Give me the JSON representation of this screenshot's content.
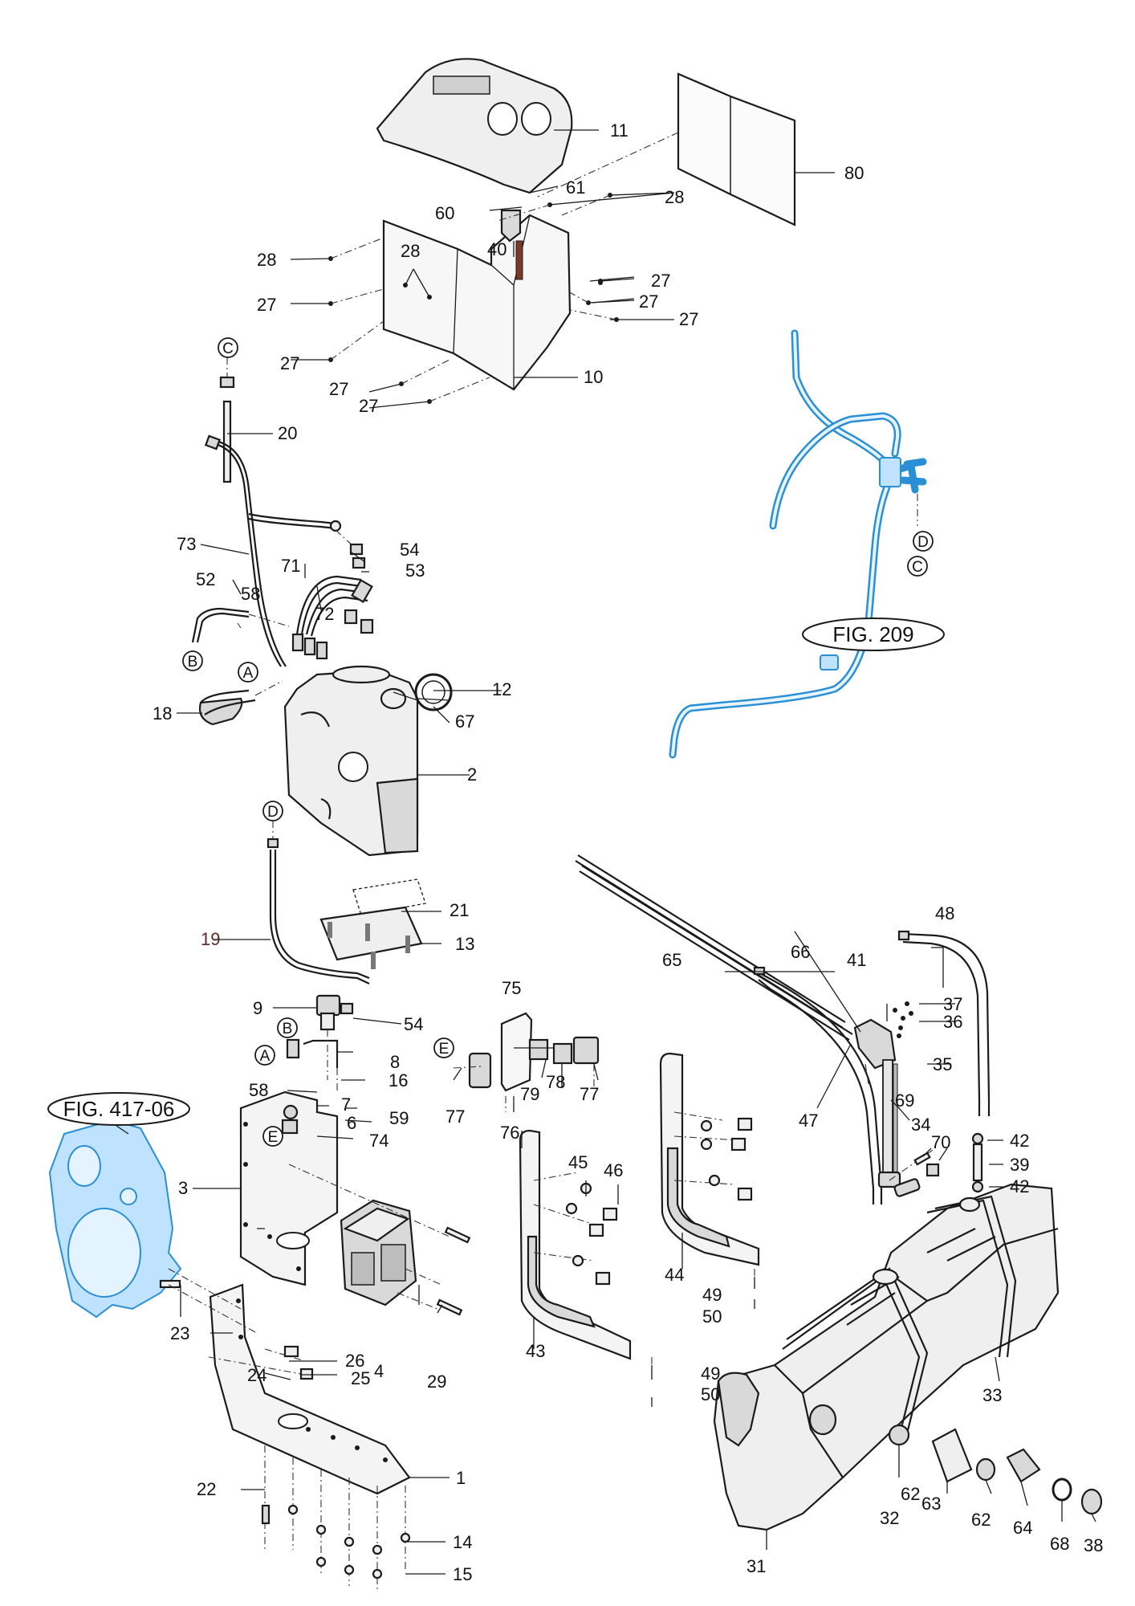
{
  "labels": {
    "p1": "1",
    "p2": "2",
    "p3": "3",
    "p4": "4",
    "p6": "6",
    "p7": "7",
    "p8": "8",
    "p9": "9",
    "p10": "10",
    "p11": "11",
    "p12": "12",
    "p13": "13",
    "p14": "14",
    "p15": "15",
    "p16": "16",
    "p18": "18",
    "p19": "19",
    "p20": "20",
    "p21": "21",
    "p22": "22",
    "p23": "23",
    "p24": "24",
    "p25": "25",
    "p26": "26",
    "p27": "27",
    "p28": "28",
    "p29": "29",
    "p31": "31",
    "p32": "32",
    "p33": "33",
    "p34": "34",
    "p35": "35",
    "p36": "36",
    "p37": "37",
    "p38": "38",
    "p39": "39",
    "p40": "40",
    "p41": "41",
    "p42": "42",
    "p43": "43",
    "p44": "44",
    "p45": "45",
    "p46": "46",
    "p47": "47",
    "p48": "48",
    "p49": "49",
    "p50": "50",
    "p52": "52",
    "p53": "53",
    "p54": "54",
    "p58": "58",
    "p59": "59",
    "p60": "60",
    "p61": "61",
    "p62": "62",
    "p63": "63",
    "p64": "64",
    "p65": "65",
    "p66": "66",
    "p67": "67",
    "p68": "68",
    "p69": "69",
    "p70": "70",
    "p71": "71",
    "p72": "72",
    "p73": "73",
    "p74": "74",
    "p75": "75",
    "p76": "76",
    "p77": "77",
    "p78": "78",
    "p79": "79",
    "p80": "80"
  },
  "connectors": {
    "A": "A",
    "B": "B",
    "C": "C",
    "D": "D",
    "E": "E"
  },
  "figure_refs": {
    "fig209": "FIG. 209",
    "fig41706": "FIG. 417-06"
  },
  "colors": {
    "line": "#1b1b1b",
    "reference_blue": "#2b8fd6",
    "reference_fill": "#bfe3ff"
  }
}
